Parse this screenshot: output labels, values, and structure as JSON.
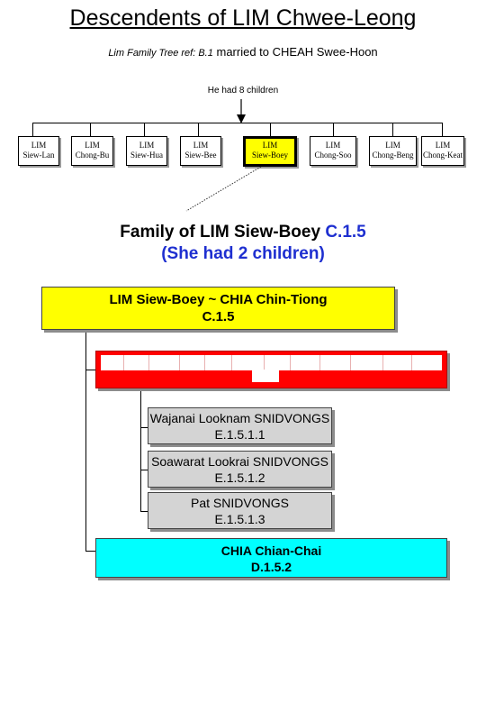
{
  "header": {
    "title": "Descendents of LIM Chwee-Leong",
    "ref": "Lim Family Tree ref: B.1",
    "married": "married to CHEAH Swee-Hoon",
    "had_children": "He had 8 children"
  },
  "children": [
    {
      "surname": "LIM",
      "given": "Siew-Lan",
      "highlight": false
    },
    {
      "surname": "LIM",
      "given": "Chong-Bu",
      "highlight": false
    },
    {
      "surname": "LIM",
      "given": "Siew-Hua",
      "highlight": false
    },
    {
      "surname": "LIM",
      "given": "Siew-Bee",
      "highlight": false
    },
    {
      "surname": "LIM",
      "given": "Siew-Boey",
      "highlight": true
    },
    {
      "surname": "LIM",
      "given": "Chong-Soo",
      "highlight": false
    },
    {
      "surname": "LIM",
      "given": "Chong-Beng",
      "highlight": false
    },
    {
      "surname": "LIM",
      "given": "Chong-Keat",
      "highlight": false
    }
  ],
  "section": {
    "heading_name": "Family of LIM Siew-Boey",
    "heading_ref": "C.1.5",
    "subheading": "(She had 2 children)"
  },
  "family": {
    "couple": "LIM Siew-Boey ~ CHIA Chin-Tiong",
    "couple_ref": "C.1.5",
    "grandchildren": [
      {
        "name": "Wajanai Looknam SNIDVONGS",
        "ref": "E.1.5.1.1"
      },
      {
        "name": "Soawarat Lookrai SNIDVONGS",
        "ref": "E.1.5.1.2"
      },
      {
        "name": "Pat SNIDVONGS",
        "ref": "E.1.5.1.3"
      }
    ],
    "second_child": {
      "name": "CHIA Chian-Chai",
      "ref": "D.1.5.2"
    }
  },
  "colors": {
    "highlight": "#ffff00",
    "first_child_box": "#ff0000",
    "grandchild_box": "#d4d4d4",
    "second_child_box": "#00ffff",
    "heading_accent": "#1e2fd0"
  }
}
